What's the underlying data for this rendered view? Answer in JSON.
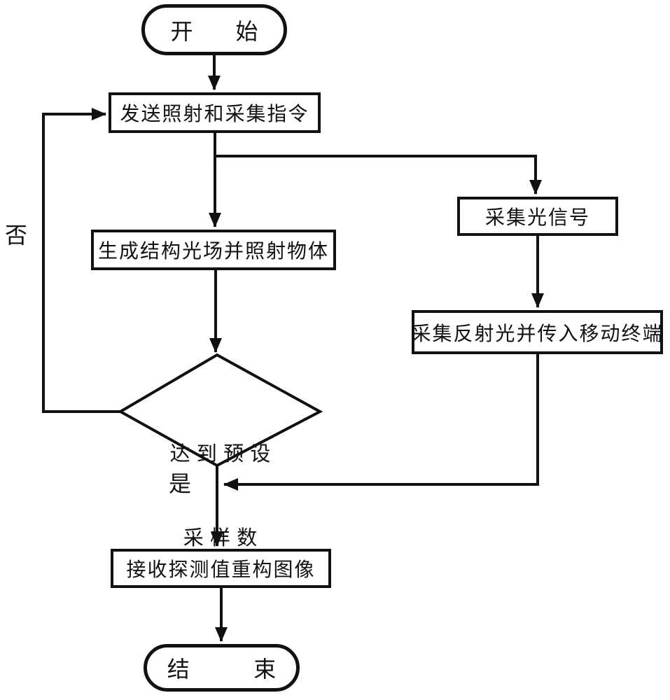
{
  "diagram": {
    "type": "flowchart",
    "colors": {
      "background": "#ffffff",
      "line": "#111111",
      "text": "#111111"
    },
    "nodes": {
      "start": {
        "shape": "terminator",
        "label": "开      始"
      },
      "send_command": {
        "shape": "process",
        "label": "发送照射和采集指令"
      },
      "generate_light": {
        "shape": "process",
        "label": "生成结构光场并照射物体"
      },
      "collect_signal": {
        "shape": "process",
        "label": "采集光信号"
      },
      "collect_reflect": {
        "shape": "process",
        "label": "采集反射光并传入移动终端"
      },
      "decision": {
        "shape": "decision",
        "label_line1": "达 到 预 设",
        "label_line2": "采 样 数"
      },
      "reconstruct": {
        "shape": "process",
        "label": "接收探测值重构图像"
      },
      "end": {
        "shape": "terminator",
        "label": "结         束"
      }
    },
    "edge_labels": {
      "no": "否",
      "yes": "是"
    }
  }
}
